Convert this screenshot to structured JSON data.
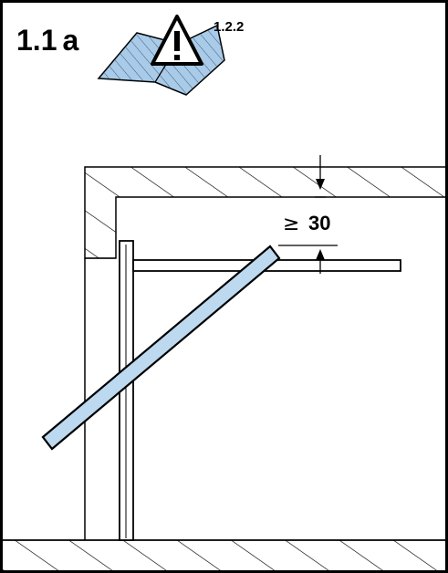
{
  "header": {
    "step_number": "1.1",
    "step_letter": "a",
    "reference": "1.2.2",
    "warning_icon": "warning-triangle-icon",
    "manual_icon": "open-manual-icon"
  },
  "dimension": {
    "symbol": "≥",
    "value": "30"
  },
  "colors": {
    "line": "#000000",
    "manual_blue": "#a9cbe8",
    "rail_blue": "#bcd9f0"
  }
}
